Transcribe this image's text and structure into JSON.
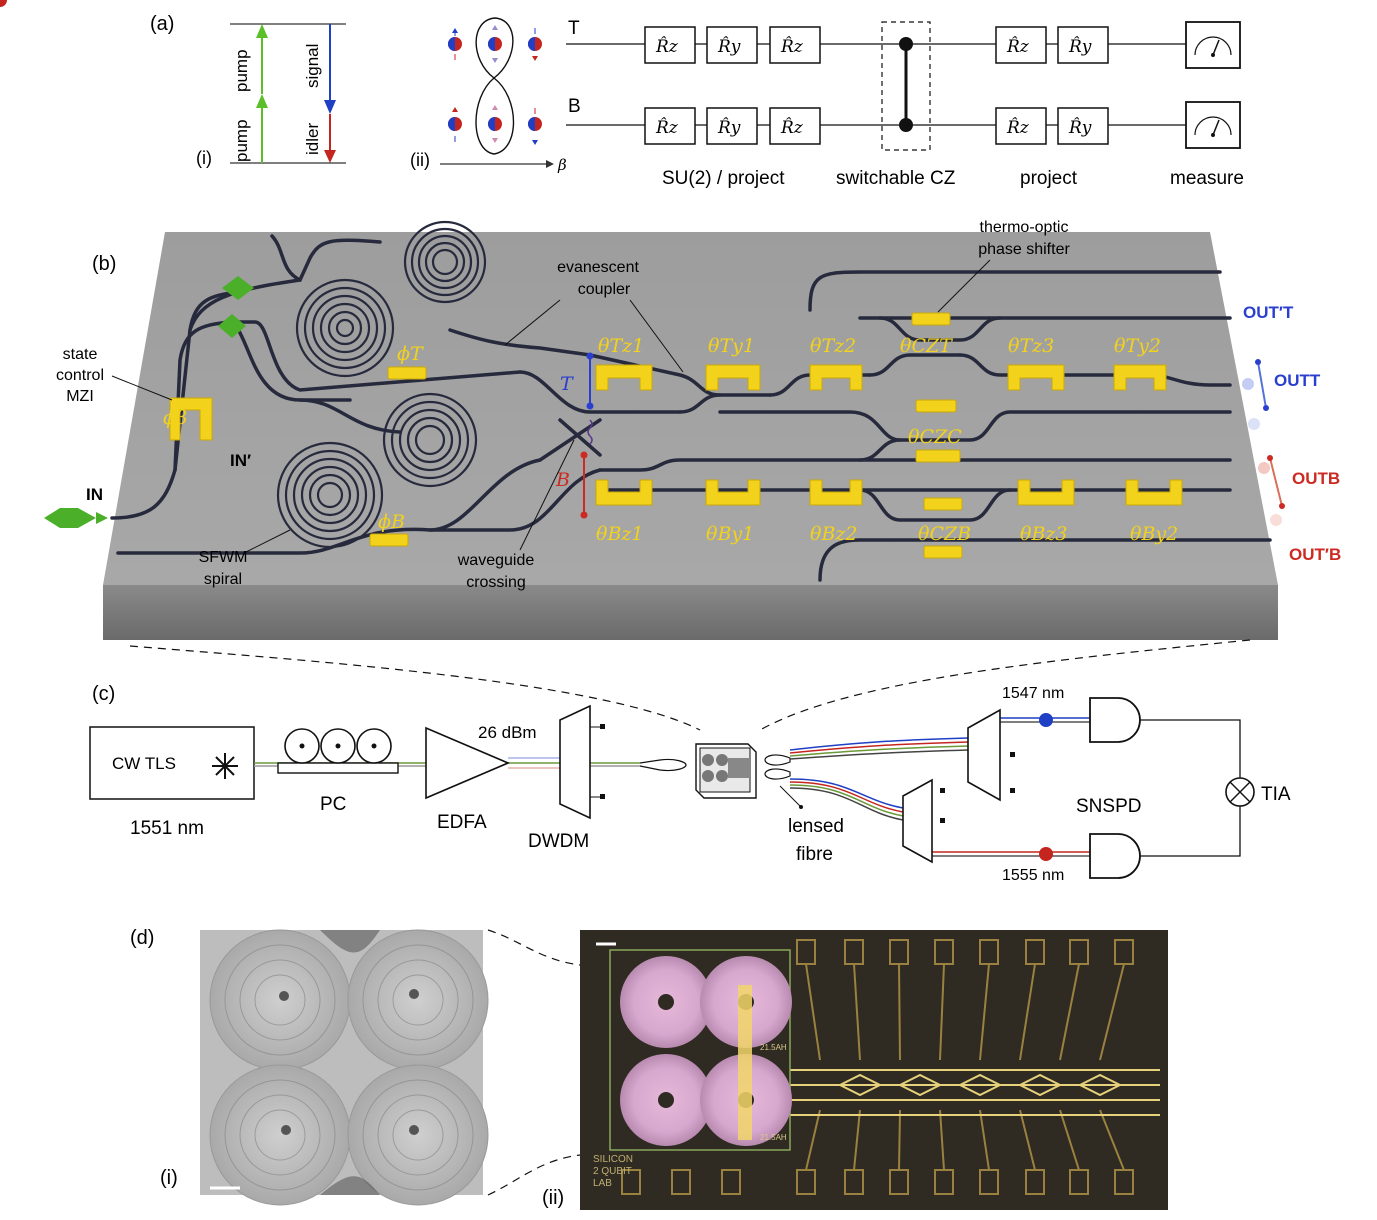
{
  "panel_labels": {
    "a": "(a)",
    "b": "(b)",
    "c": "(c)",
    "d": "(d)",
    "ai": "(i)",
    "aii": "(ii)",
    "di": "(i)",
    "dii": "(ii)"
  },
  "energy_diagram": {
    "pump_upper": "pump",
    "pump_lower": "pump",
    "signal": "signal",
    "idler": "idler",
    "colors": {
      "pump": "#5bbf2a",
      "signal": "#1f3fc4",
      "idler": "#c4261f"
    }
  },
  "beta_axis": "β",
  "circuit": {
    "wire_top": "T",
    "wire_bottom": "B",
    "gates_top": [
      "R̂z",
      "R̂y",
      "R̂z",
      "R̂z",
      "R̂y"
    ],
    "gates_bottom": [
      "R̂z",
      "R̂y",
      "R̂z",
      "R̂z",
      "R̂y"
    ],
    "stage_labels": [
      "SU(2) / project",
      "switchable CZ",
      "project",
      "measure"
    ]
  },
  "chip": {
    "labels": {
      "state_control": [
        "state",
        "control",
        "MZI"
      ],
      "in": "IN",
      "in_prime": "IN′",
      "sfwm": [
        "SFWM",
        "spiral"
      ],
      "evanescent": [
        "evanescent",
        "coupler"
      ],
      "thermo": [
        "thermo-optic",
        "phase shifter"
      ],
      "crossing": [
        "waveguide",
        "crossing"
      ],
      "T": "T",
      "B": "B",
      "out_t_prime": "OUT′T",
      "out_t": "OUTT",
      "out_b": "OUTB",
      "out_b_prime": "OUT′B"
    },
    "phases": {
      "beta": "ϕβ",
      "phi_t": "ϕT",
      "phi_b": "ϕB",
      "top": [
        "θTz1",
        "θTy1",
        "θTz2",
        "θCZT",
        "θTz3",
        "θTy2"
      ],
      "mid": "θCZC",
      "bottom": [
        "θBz1",
        "θBy1",
        "θBz2",
        "θCZB",
        "θBz3",
        "θBy2"
      ]
    },
    "colors": {
      "chip_top": "#9a9a9a",
      "chip_side": "#777777",
      "heater": "#f2d21a",
      "waveguide": "#262a3c",
      "T": "#2a3fd0",
      "B": "#cc2a22"
    }
  },
  "setup": {
    "laser": "CW TLS",
    "laser_wl": "1551 nm",
    "pc": "PC",
    "edfa": "EDFA",
    "power": "26 dBm",
    "dwdm": "DWDM",
    "lensed": [
      "lensed",
      "fibre"
    ],
    "wl_top": "1547 nm",
    "wl_bottom": "1555 nm",
    "snspd": "SNSPD",
    "tia": "TIA"
  },
  "micrograph": {
    "chip_text": [
      "SILICON",
      "2 QUBIT",
      "LAB"
    ],
    "id_text": "21.5AH"
  }
}
